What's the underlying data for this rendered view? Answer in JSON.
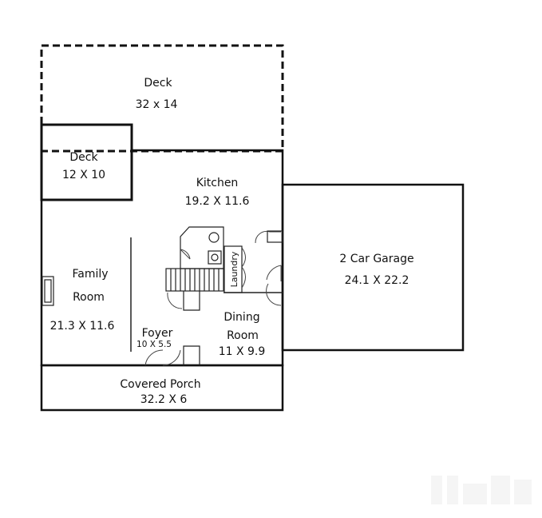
{
  "rooms": {
    "deck_large": {
      "name": "Deck",
      "size": "32 x 14"
    },
    "deck_small": {
      "name": "Deck",
      "size": "12 X 10"
    },
    "kitchen": {
      "name": "Kitchen",
      "size": "19.2 X 11.6"
    },
    "garage": {
      "name": "2 Car Garage",
      "size": "24.1 X 22.2"
    },
    "family": {
      "name_line1": "Family",
      "name_line2": "Room",
      "size": "21.3 X 11.6"
    },
    "laundry": {
      "name": "Laundry"
    },
    "dining": {
      "name_line1": "Dining",
      "name_line2": "Room",
      "size": "11 X 9.9"
    },
    "foyer": {
      "name": "Foyer",
      "size": "10 X 5.5"
    },
    "porch": {
      "name": "Covered Porch",
      "size": "32.2 X 6"
    }
  }
}
